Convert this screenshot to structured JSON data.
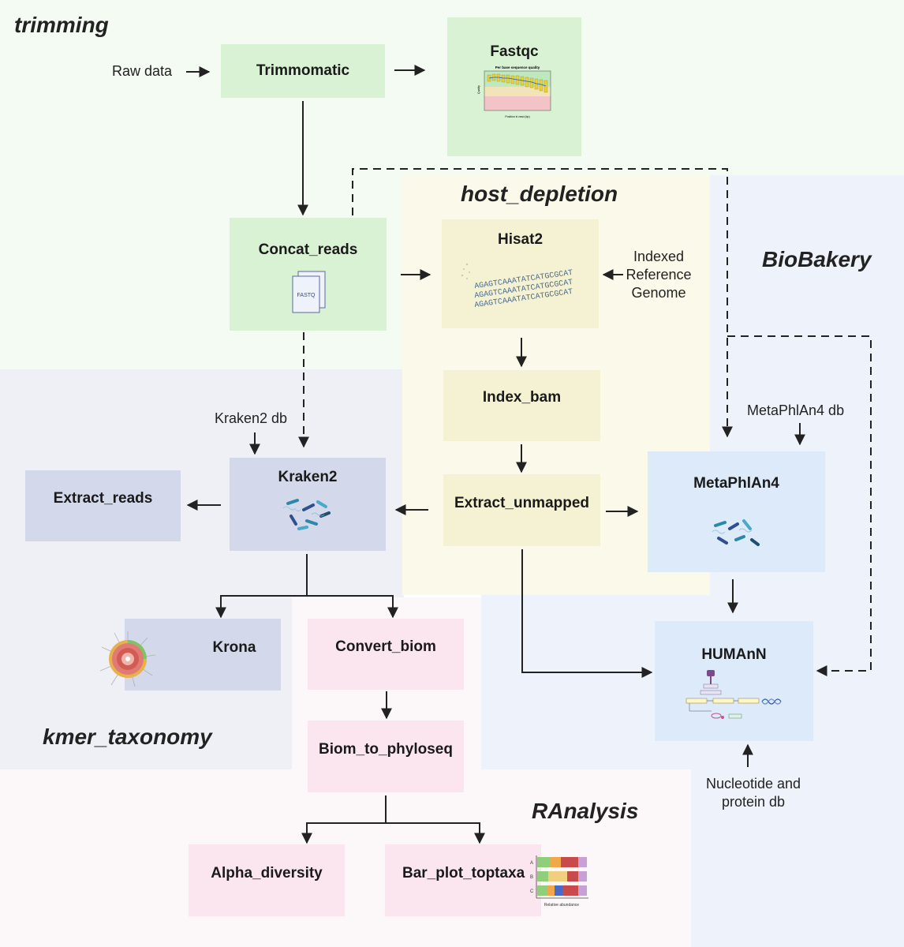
{
  "sections": {
    "trimming": "trimming",
    "host_depletion": "host_depletion",
    "biobakery": "BioBakery",
    "kmer_taxonomy": "kmer_taxonomy",
    "ranalysis": "RAnalysis"
  },
  "nodes": {
    "trimmomatic": "Trimmomatic",
    "fastqc": "Fastqc",
    "concat_reads": "Concat_reads",
    "hisat2": "Hisat2",
    "index_bam": "Index_bam",
    "extract_unmapped": "Extract_unmapped",
    "kraken2": "Kraken2",
    "extract_reads": "Extract_reads",
    "metaphlan4": "MetaPhlAn4",
    "humann": "HUMAnN",
    "krona": "Krona",
    "convert_biom": "Convert_biom",
    "biom_to_phyloseq": "Biom_to_phyloseq",
    "alpha_diversity": "Alpha_diversity",
    "bar_plot_toptaxa": "Bar_plot_toptaxa"
  },
  "inputs": {
    "raw_data": "Raw data",
    "indexed_reference_genome": [
      "Indexed",
      "Reference",
      "Genome"
    ],
    "kraken2_db": "Kraken2 db",
    "metaphlan4_db": "MetaPhlAn4 db",
    "nucleotide_protein_db": [
      "Nucleotide and",
      "protein db"
    ]
  },
  "icons": {
    "fastq_file": "FASTQ",
    "fastqc_plot_title": "Per base sequence quality",
    "fastqc_plot_xlabel": "Position in read (bp)",
    "fastqc_plot_ylabel": "Quality",
    "dna_sequence": "AGAGTCAAATATCATGCGCAT",
    "barplot_rows": [
      "A",
      "B",
      "C"
    ],
    "barplot_xlabel": "Relative abundance"
  },
  "colors": {
    "trimming_bg": "#f3fbf2",
    "trimming_box": "#d9f2d4",
    "host_bg": "#fbfaea",
    "host_box": "#f5f2d3",
    "biobakery_bg": "#eef3fb",
    "biobakery_box": "#dceafa",
    "kmer_bg": "#eef0f5",
    "kmer_box": "#d3d9ea",
    "ranalysis_bg": "#fcf7f9",
    "ranalysis_box": "#fbe6ef"
  }
}
